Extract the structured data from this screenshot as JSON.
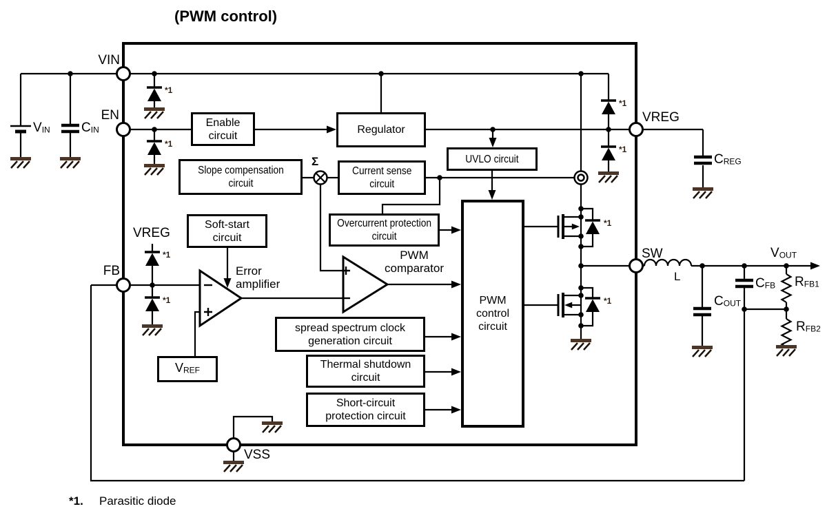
{
  "title": "(PWM control)",
  "pins": {
    "vin": "VIN",
    "en": "EN",
    "fb": "FB",
    "vreg": "VREG",
    "sw": "SW",
    "vss": "VSS",
    "vreg_internal": "VREG"
  },
  "blocks": {
    "enable": {
      "lines": [
        "Enable",
        "circuit"
      ]
    },
    "regulator": {
      "lines": [
        "Regulator"
      ]
    },
    "slope_comp": {
      "lines": [
        "Slope compensation",
        "circuit"
      ]
    },
    "current_sense": {
      "lines": [
        "Current sense",
        "circuit"
      ]
    },
    "uvlo": {
      "lines": [
        "UVLO circuit"
      ]
    },
    "soft_start": {
      "lines": [
        "Soft-start",
        "circuit"
      ]
    },
    "overcurrent": {
      "lines": [
        "Overcurrent protection",
        "circuit"
      ]
    },
    "pwm_control": {
      "lines": [
        "PWM",
        "control",
        "circuit"
      ]
    },
    "spread_spectrum": {
      "lines": [
        "spread spectrum clock",
        "generation circuit"
      ]
    },
    "thermal": {
      "lines": [
        "Thermal shutdown",
        "circuit"
      ]
    },
    "short_circuit": {
      "lines": [
        "Short-circuit",
        "protection circuit"
      ]
    }
  },
  "amplifiers": {
    "error_amp": {
      "lines": [
        "Error",
        "amplifier"
      ]
    },
    "pwm_comparator": {
      "lines": [
        "PWM",
        "comparator"
      ]
    }
  },
  "symbols": {
    "sigma": "Σ"
  },
  "components": {
    "vin_source": {
      "main": "V",
      "sub": "IN"
    },
    "cin": {
      "main": "C",
      "sub": "IN"
    },
    "creg": {
      "main": "C",
      "sub": "REG"
    },
    "cout": {
      "main": "C",
      "sub": "OUT"
    },
    "cfb": {
      "main": "C",
      "sub": "FB"
    },
    "rfb1": {
      "main": "R",
      "sub": "FB1"
    },
    "rfb2": {
      "main": "R",
      "sub": "FB2"
    },
    "vout": {
      "main": "V",
      "sub": "OUT"
    },
    "vref": {
      "main": "V",
      "sub": "REF"
    },
    "inductor": "L"
  },
  "annotations": {
    "parasitic_marker": "*1"
  },
  "footnote": {
    "marker": "*1.",
    "text": "Parasitic diode"
  },
  "colors": {
    "line": "#000000",
    "ground_bar": "#4a3526",
    "background": "#ffffff"
  }
}
